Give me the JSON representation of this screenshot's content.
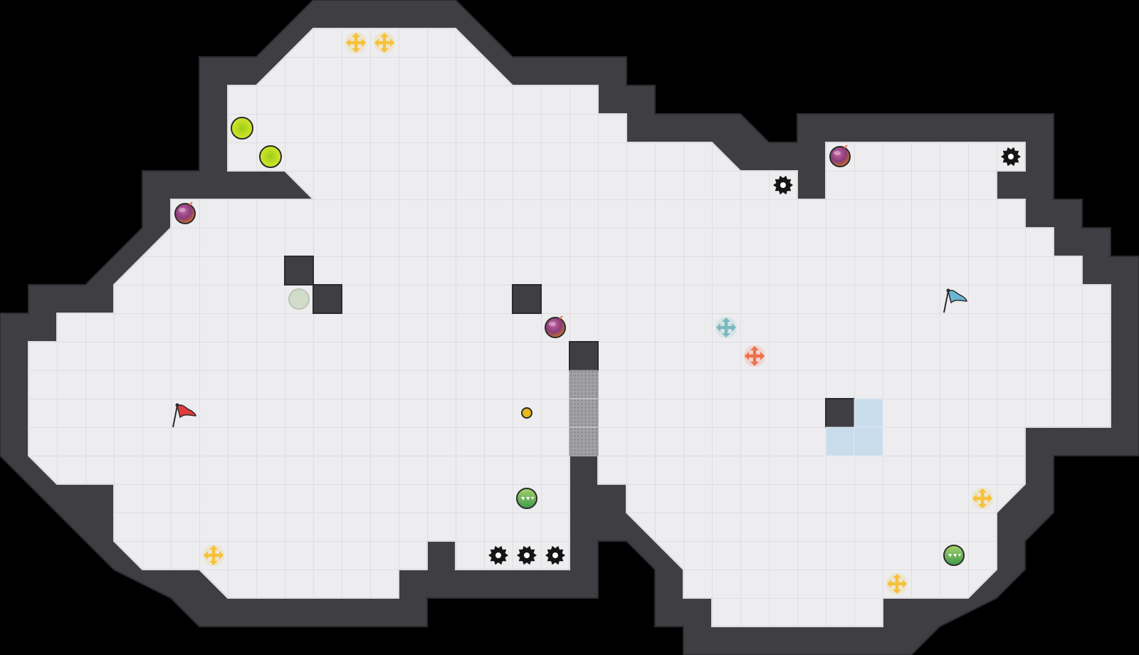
{
  "palette": {
    "background": "#000000",
    "floor": "#ededef",
    "floor_grid": "#dadadd",
    "wall": "#3f3f43",
    "wall_outline": "#2c2c30",
    "wall_edge": "#dededf",
    "red_team": "#e23b3b",
    "blue_team": "#6db6d4",
    "boost_yellow": "#f6c23a",
    "boost_red": "#f0714a",
    "boost_blue": "#79b9bf",
    "powerup_green": "#c6e01f",
    "bomb": "#8a3c79",
    "spike": "#151515",
    "gate": "#9a9a9e",
    "portal_blue": "#c9dcec",
    "button": "#e7b91a",
    "neutral_ball": "#d2dcca"
  },
  "entities": {
    "flags": [
      {
        "team": "red",
        "icon": "red-flag-icon"
      },
      {
        "team": "blue",
        "icon": "blue-flag-icon"
      }
    ],
    "boosts": [
      {
        "type": "neutral",
        "icon": "yellow-boost-icon"
      },
      {
        "type": "neutral",
        "icon": "yellow-boost-icon"
      },
      {
        "type": "neutral",
        "icon": "yellow-boost-icon"
      },
      {
        "type": "neutral",
        "icon": "yellow-boost-icon"
      },
      {
        "type": "neutral",
        "icon": "yellow-boost-icon"
      },
      {
        "type": "red",
        "icon": "red-boost-icon"
      },
      {
        "type": "blue",
        "icon": "blue-boost-icon"
      }
    ],
    "powerups": [
      {
        "icon": "powerup-icon"
      },
      {
        "icon": "powerup-icon"
      }
    ],
    "bombs": [
      {
        "icon": "bomb-icon"
      },
      {
        "icon": "bomb-icon"
      },
      {
        "icon": "bomb-icon"
      }
    ],
    "spikes": [
      {
        "icon": "spike-icon"
      },
      {
        "icon": "spike-icon"
      },
      {
        "icon": "spike-icon"
      },
      {
        "icon": "spike-icon"
      },
      {
        "icon": "spike-icon"
      }
    ],
    "balls": [
      {
        "icon": "ball-icon"
      },
      {
        "icon": "ball-icon"
      }
    ],
    "gate": {
      "icon": "gate-icon",
      "state": "off"
    },
    "button": {
      "icon": "button-icon"
    },
    "portal": {
      "icon": "portal-icon"
    }
  }
}
